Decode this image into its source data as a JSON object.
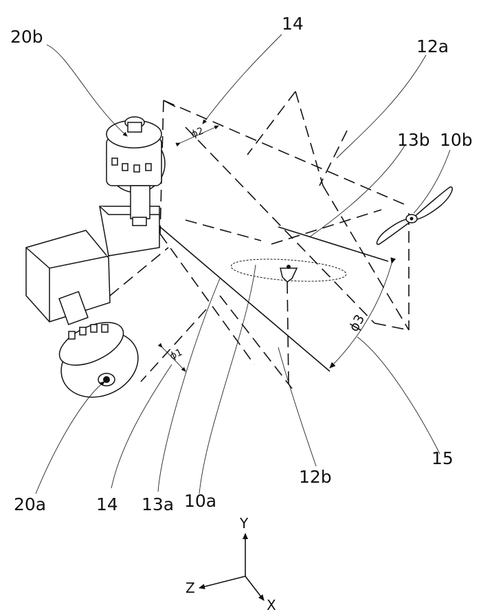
{
  "labels": {
    "l20b": "20b",
    "l14_top": "14",
    "l12a": "12a",
    "l13b": "13b",
    "l10b": "10b",
    "l20a": "20a",
    "l14_bottom": "14",
    "l13a": "13a",
    "l10a": "10a",
    "l12b": "12b",
    "l15": "15"
  },
  "angles": {
    "phi1": "ϕ1",
    "phi2": "ϕ2",
    "phi3": "ϕ3"
  },
  "axes": {
    "y": "Y",
    "z": "Z",
    "x": "X"
  }
}
